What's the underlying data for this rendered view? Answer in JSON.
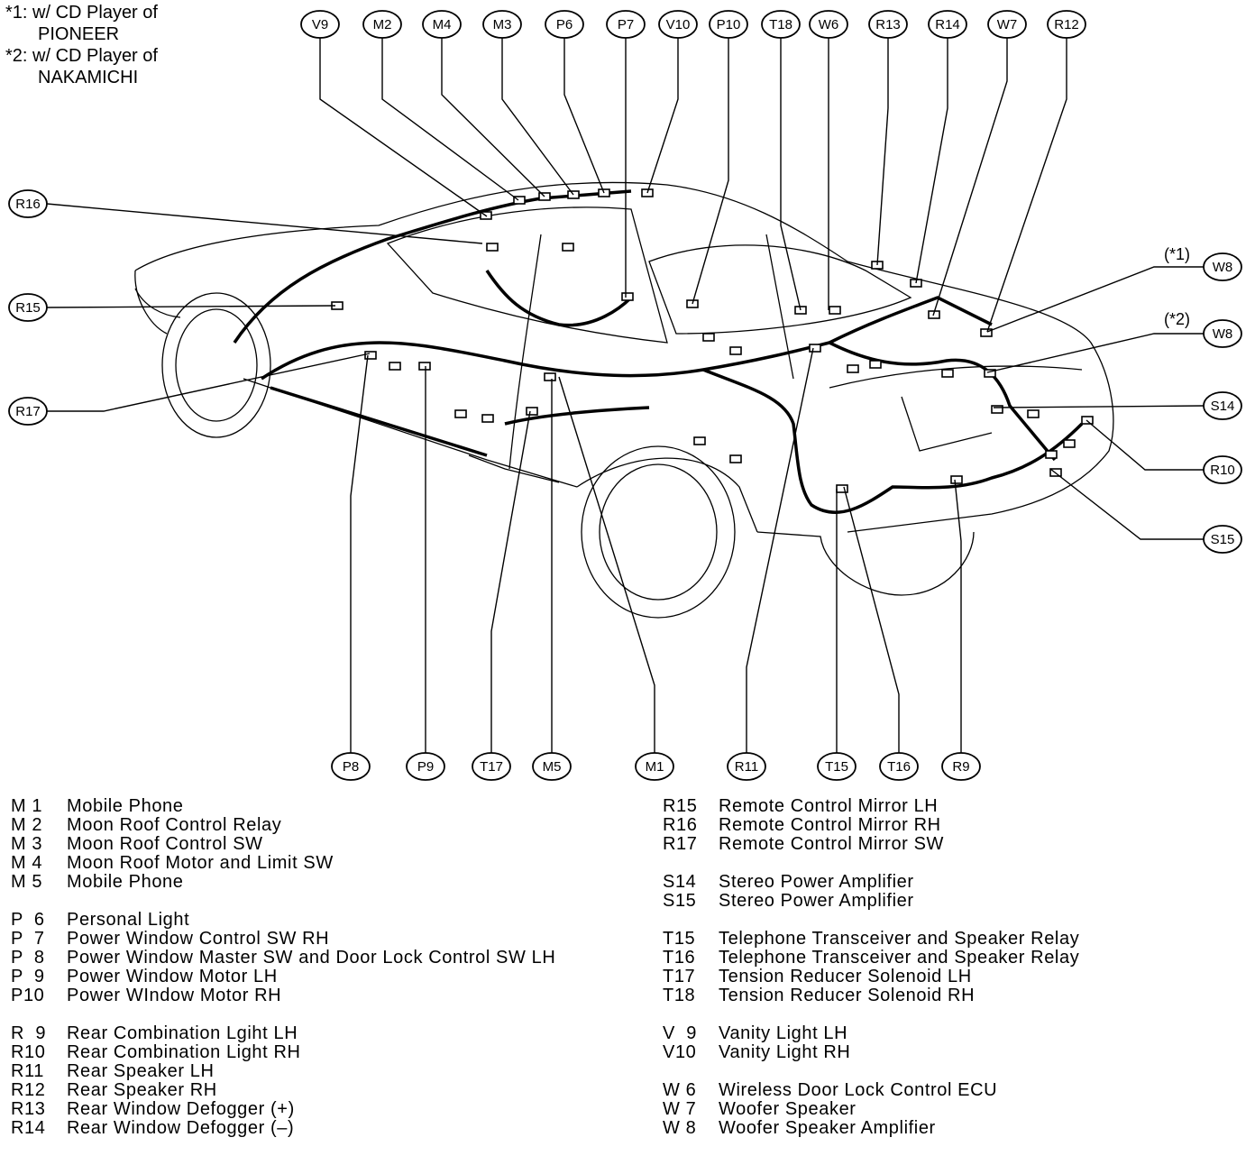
{
  "notes": [
    {
      "mark": "*1:",
      "text": "w/ CD Player of",
      "text2": "PIONEER"
    },
    {
      "mark": "*2:",
      "text": "w/ CD Player of",
      "text2": "NAKAMICHI"
    }
  ],
  "top_callouts": [
    "V9",
    "M2",
    "M4",
    "M3",
    "P6",
    "P7",
    "V10",
    "P10",
    "T18",
    "W6",
    "R13",
    "R14",
    "W7",
    "R12"
  ],
  "left_callouts": [
    "R16",
    "R15",
    "R17"
  ],
  "right_callouts": [
    "W8",
    "W8",
    "S14",
    "R10",
    "S15"
  ],
  "right_callout_tags": [
    "(*1)",
    "(*2)"
  ],
  "bottom_callouts": [
    "P8",
    "P9",
    "T17",
    "M5",
    "M1",
    "R11",
    "T15",
    "T16",
    "R9"
  ],
  "legend_left": [
    [
      {
        "code": "M 1",
        "desc": "Mobile Phone"
      },
      {
        "code": "M 2",
        "desc": "Moon Roof Control Relay"
      },
      {
        "code": "M 3",
        "desc": "Moon Roof Control SW"
      },
      {
        "code": "M 4",
        "desc": "Moon Roof Motor and Limit SW"
      },
      {
        "code": "M 5",
        "desc": "Mobile Phone"
      }
    ],
    [
      {
        "code": "P  6",
        "desc": "Personal Light"
      },
      {
        "code": "P  7",
        "desc": "Power Window Control SW RH"
      },
      {
        "code": "P  8",
        "desc": "Power Window Master SW and Door Lock Control SW LH"
      },
      {
        "code": "P  9",
        "desc": "Power Window Motor LH"
      },
      {
        "code": "P10",
        "desc": "Power WIndow Motor RH"
      }
    ],
    [
      {
        "code": "R  9",
        "desc": "Rear Combination Lgiht LH"
      },
      {
        "code": "R10",
        "desc": "Rear Combination Light RH"
      },
      {
        "code": "R11",
        "desc": "Rear Speaker LH"
      },
      {
        "code": "R12",
        "desc": "Rear Speaker RH"
      },
      {
        "code": "R13",
        "desc": "Rear Window Defogger (+)"
      },
      {
        "code": "R14",
        "desc": "Rear Window Defogger (–)"
      }
    ]
  ],
  "legend_right": [
    [
      {
        "code": "R15",
        "desc": "Remote Control Mirror LH"
      },
      {
        "code": "R16",
        "desc": "Remote Control Mirror RH"
      },
      {
        "code": "R17",
        "desc": "Remote Control Mirror SW"
      }
    ],
    [
      {
        "code": "S14",
        "desc": "Stereo Power Amplifier"
      },
      {
        "code": "S15",
        "desc": "Stereo Power Amplifier"
      }
    ],
    [
      {
        "code": "T15",
        "desc": "Telephone Transceiver and Speaker Relay"
      },
      {
        "code": "T16",
        "desc": "Telephone Transceiver and Speaker Relay"
      },
      {
        "code": "T17",
        "desc": "Tension Reducer Solenoid LH"
      },
      {
        "code": "T18",
        "desc": "Tension Reducer Solenoid RH"
      }
    ],
    [
      {
        "code": "V  9",
        "desc": "Vanity Light LH"
      },
      {
        "code": "V10",
        "desc": "Vanity Light RH"
      }
    ],
    [
      {
        "code": "W 6",
        "desc": "Wireless Door Lock Control ECU"
      },
      {
        "code": "W 7",
        "desc": "Woofer Speaker"
      },
      {
        "code": "W 8",
        "desc": "Woofer Speaker Amplifier"
      }
    ]
  ]
}
